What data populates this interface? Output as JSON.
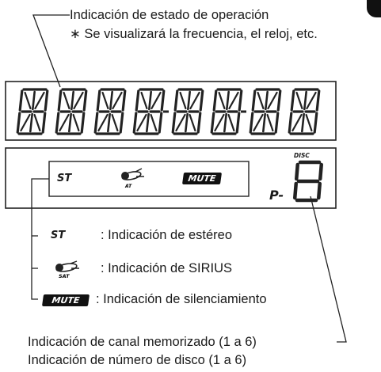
{
  "top": {
    "operation_status": "Indicación de estado de operación",
    "note": "∗ Se visualizará la frecuencia, el reloj, etc."
  },
  "display": {
    "segment_digits": 8,
    "st_label": "ST",
    "sirius_text": "AT",
    "mute_label": "MUTE",
    "disc_label": "DISC",
    "preset_label": "P-"
  },
  "legend": {
    "items": [
      {
        "symbol": "ST",
        "text": ": Indicación de estéreo"
      },
      {
        "symbol_icon": "sirius-sat-icon",
        "symbol_text": "SAT",
        "text": ": Indicación de SIRIUS"
      },
      {
        "symbol": "MUTE",
        "text": ": Indicación de silenciamiento"
      }
    ]
  },
  "bottom": {
    "line1": "Indicación de canal memorizado (1 a 6)",
    "line2": "Indicación de número de disco (1 a 6)"
  },
  "colors": {
    "ink": "#1a1a1a",
    "badge": "#111111"
  }
}
